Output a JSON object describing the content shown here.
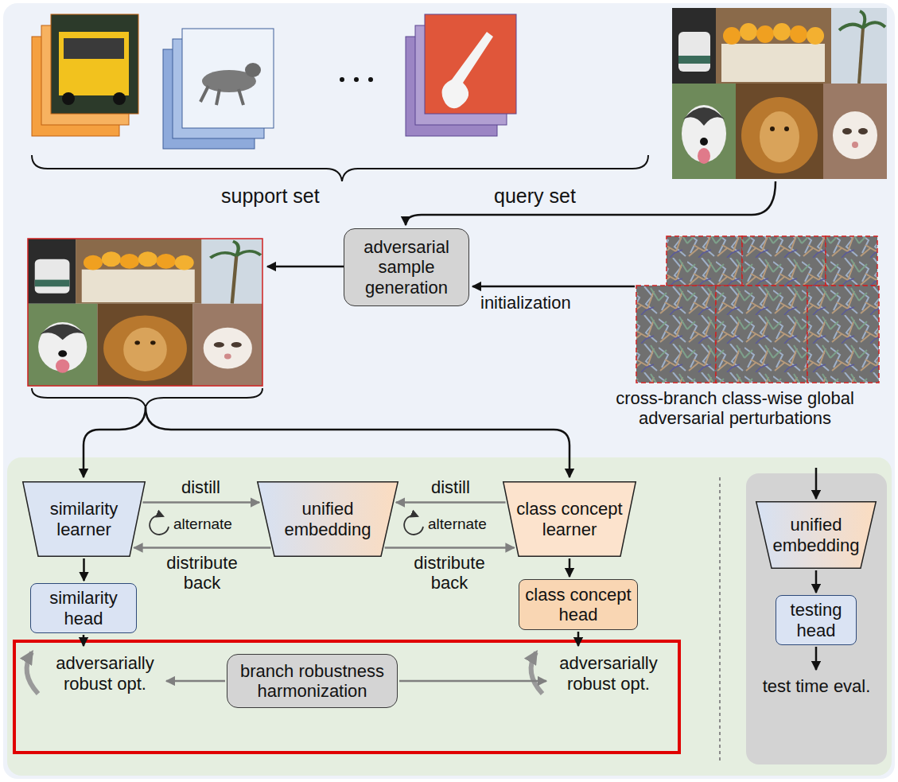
{
  "diagram": {
    "nodes": [
      {
        "text": [
          "adversarial sample generation"
        ]
      },
      {
        "text": [
          "similarity learner"
        ]
      },
      {
        "text": [
          "unified embedding"
        ]
      },
      {
        "text": [
          "class concept learner"
        ]
      },
      {
        "text": [
          "similarity head"
        ]
      },
      {
        "text": [
          "class concept head"
        ]
      },
      {
        "text": [
          "adversarially robust opt."
        ]
      },
      {
        "text": [
          "branch robustness harmonization"
        ]
      },
      {
        "text": [
          "adversarially robust opt."
        ]
      },
      {
        "text": [
          "unified embedding"
        ]
      },
      {
        "text": [
          "testing head"
        ]
      },
      {
        "text": [
          "test time eval."
        ]
      }
    ],
    "edges": [
      {
        "from": 1,
        "to": 2,
        "label": "distill",
        "arrow": "to"
      },
      {
        "from": 2,
        "to": 1,
        "label": "distribute back",
        "arrow": "to"
      },
      {
        "from": 3,
        "to": 2,
        "label": "distill",
        "arrow": "to"
      },
      {
        "from": 2,
        "to": 3,
        "label": "distribute back",
        "arrow": "to"
      },
      {
        "from": 1,
        "to": 4,
        "arrow": "to"
      },
      {
        "from": 3,
        "to": 5,
        "arrow": "to"
      },
      {
        "from": 4,
        "to": 6,
        "arrow": "to"
      },
      {
        "from": 5,
        "to": 8,
        "arrow": "to"
      },
      {
        "from": 7,
        "to": 6,
        "arrow": "to"
      },
      {
        "from": 7,
        "to": 8,
        "arrow": "to"
      },
      {
        "from": 9,
        "to": 10,
        "arrow": "to"
      },
      {
        "from": 10,
        "to": 11,
        "arrow": "to"
      }
    ],
    "labels": [
      "support set",
      "query set",
      "initialization",
      "cross-branch class-wise global adversarial perturbations",
      "alternate",
      "alternate"
    ]
  }
}
